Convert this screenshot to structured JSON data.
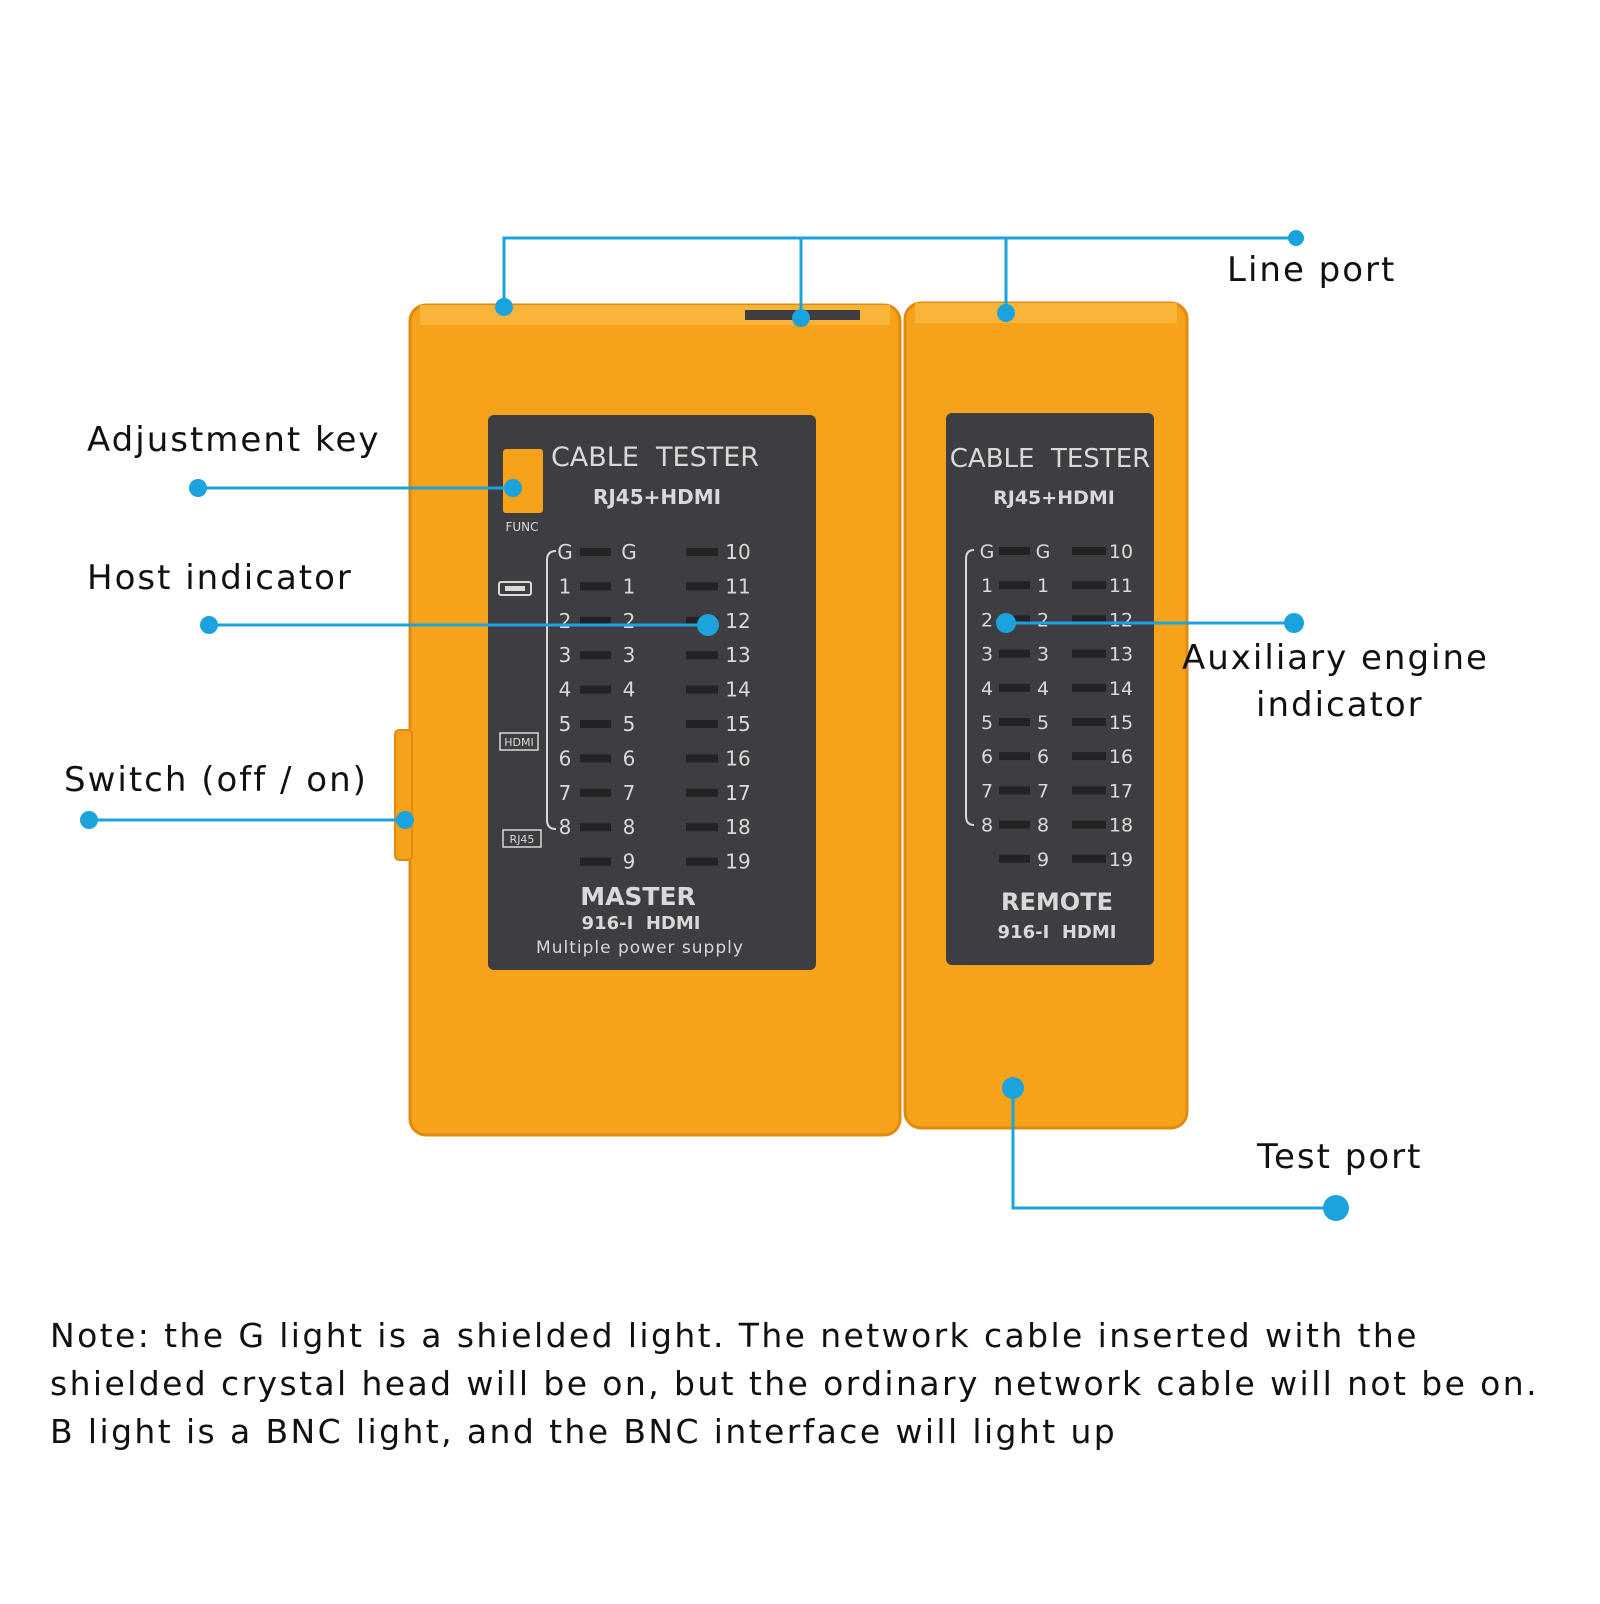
{
  "callouts": {
    "line_port": "Line port",
    "adjustment_key": "Adjustment key",
    "host_indicator": "Host indicator",
    "switch": "Switch (off / on)",
    "auxiliary_engine_line1": "Auxiliary engine",
    "auxiliary_engine_line2": "indicator",
    "test_port": "Test port"
  },
  "master": {
    "brand": "CABLE  TESTER",
    "subtitle": "RJ45+HDMI",
    "func_label": "FUNC",
    "hdmi_tag": "HDMI",
    "rj45_tag": "RJ45",
    "left_column": [
      "G",
      "1",
      "2",
      "3",
      "4",
      "5",
      "6",
      "7",
      "8"
    ],
    "middle_column": [
      "G",
      "1",
      "2",
      "3",
      "4",
      "5",
      "6",
      "7",
      "8",
      "9"
    ],
    "right_column": [
      "10",
      "11",
      "12",
      "13",
      "14",
      "15",
      "16",
      "17",
      "18",
      "19"
    ],
    "name": "MASTER",
    "model": "916-I  HDMI",
    "power": "Multiple power supply"
  },
  "remote": {
    "brand": "CABLE  TESTER",
    "subtitle": "RJ45+HDMI",
    "left_column": [
      "G",
      "1",
      "2",
      "3",
      "4",
      "5",
      "6",
      "7",
      "8"
    ],
    "middle_column": [
      "G",
      "1",
      "2",
      "3",
      "4",
      "5",
      "6",
      "7",
      "8",
      "9"
    ],
    "right_column": [
      "10",
      "11",
      "12",
      "13",
      "14",
      "15",
      "16",
      "17",
      "18",
      "19"
    ],
    "name": "REMOTE",
    "model": "916-I  HDMI"
  },
  "note": "Note: the G light is a shielded light. The network cable inserted with the shielded crystal head will be on, but the ordinary network cable will not be on. B light is a BNC light, and the BNC interface will light up",
  "colors": {
    "body": "#f7a21b",
    "body_edge": "#e08a10",
    "panel": "#3d3d42",
    "panel_text": "#d9d9d9",
    "led": "#232326",
    "callout_line": "#1aa3dc"
  }
}
